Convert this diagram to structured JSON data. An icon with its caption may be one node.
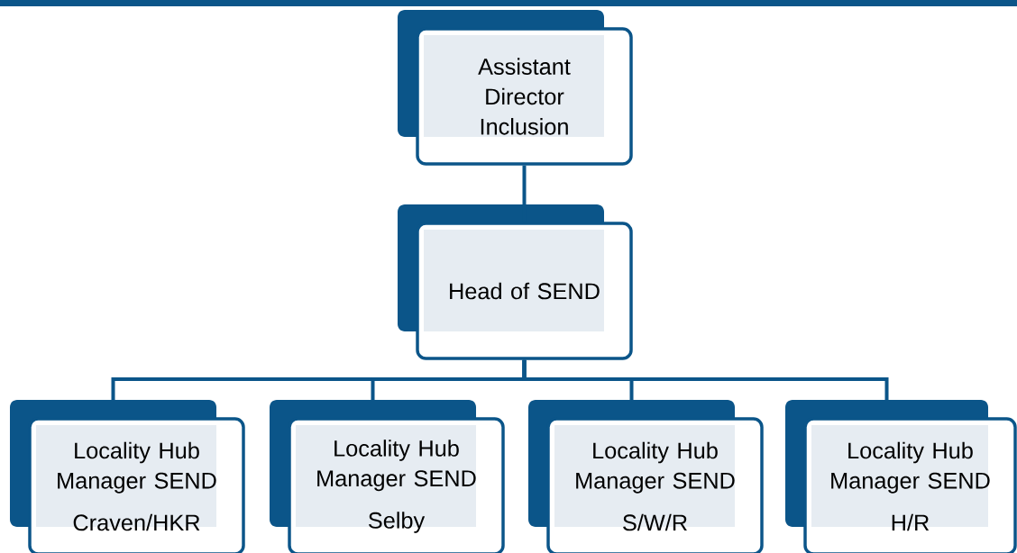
{
  "diagram": {
    "nodes": [
      {
        "text": [
          "Assistant Director Inclusion"
        ]
      },
      {
        "text": [
          "Head of SEND"
        ]
      },
      {
        "text": [
          "Locality Hub Manager SEND",
          "Craven/HKR"
        ]
      },
      {
        "text": [
          "Locality Hub Manager SEND",
          "Selby"
        ]
      },
      {
        "text": [
          "Locality Hub Manager SEND",
          "S/W/R"
        ]
      },
      {
        "text": [
          "Locality Hub Manager SEND",
          "H/R"
        ]
      }
    ],
    "edges": [
      {
        "from": 0,
        "to": 1,
        "arrow": "none"
      },
      {
        "from": 1,
        "to": 2,
        "arrow": "none"
      },
      {
        "from": 1,
        "to": 3,
        "arrow": "none"
      },
      {
        "from": 1,
        "to": 4,
        "arrow": "none"
      },
      {
        "from": 1,
        "to": 5,
        "arrow": "none"
      }
    ]
  }
}
